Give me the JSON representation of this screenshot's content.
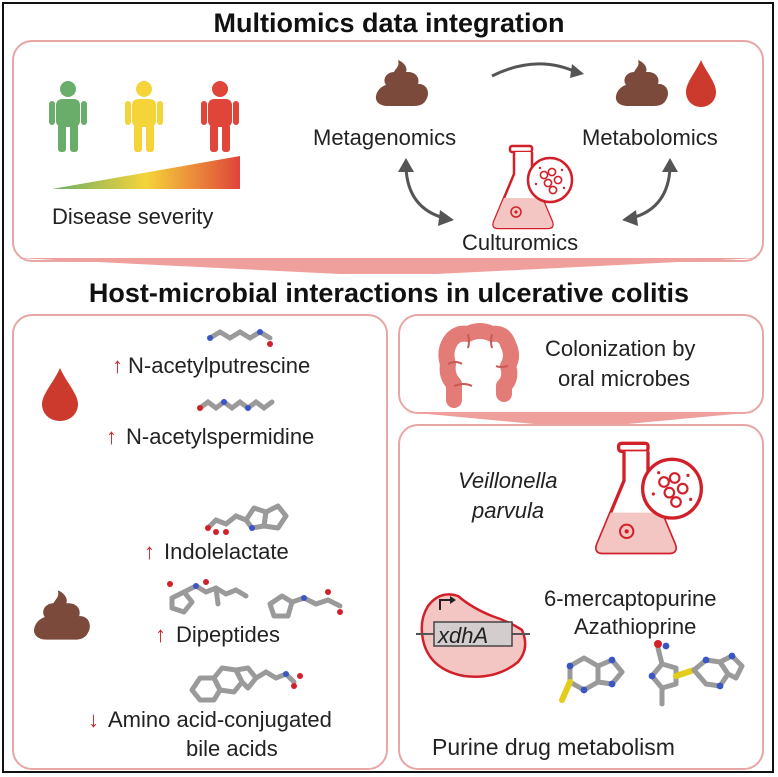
{
  "header": {
    "title": "Multiomics data integration",
    "subtitle": "Host-microbial interactions in ulcerative colitis"
  },
  "top_panel": {
    "severity_label": "Disease severity",
    "metagenomics": "Metagenomics",
    "metabolomics": "Metabolomics",
    "culturomics": "Culturomics"
  },
  "left_panel": {
    "blood_metabolites": [
      {
        "arrow": "↑",
        "name": "N-acetylputrescine"
      },
      {
        "arrow": "↑",
        "name": "N-acetylspermidine"
      }
    ],
    "stool_metabolites": [
      {
        "arrow": "↑",
        "name": "Indolelactate"
      },
      {
        "arrow": "↑",
        "name": "Dipeptides"
      },
      {
        "arrow": "↓",
        "name_line1": "Amino acid-conjugated",
        "name_line2": "bile acids"
      }
    ]
  },
  "right_top_panel": {
    "line1": "Colonization by",
    "line2": "oral microbes"
  },
  "right_bottom_panel": {
    "species_line1": "Veillonella",
    "species_line2": "parvula",
    "gene": "xdhA",
    "drug1": "6-mercaptopurine",
    "drug2": "Azathioprine",
    "footer": "Purine drug metabolism"
  },
  "colors": {
    "healthy": "#6aad6a",
    "mild": "#f5d43a",
    "severe": "#e0453a",
    "stool": "#7b4a3a",
    "blood": "#cc3a2e",
    "panel_border": "#e8a6a6",
    "accent_red": "#d2202a"
  }
}
